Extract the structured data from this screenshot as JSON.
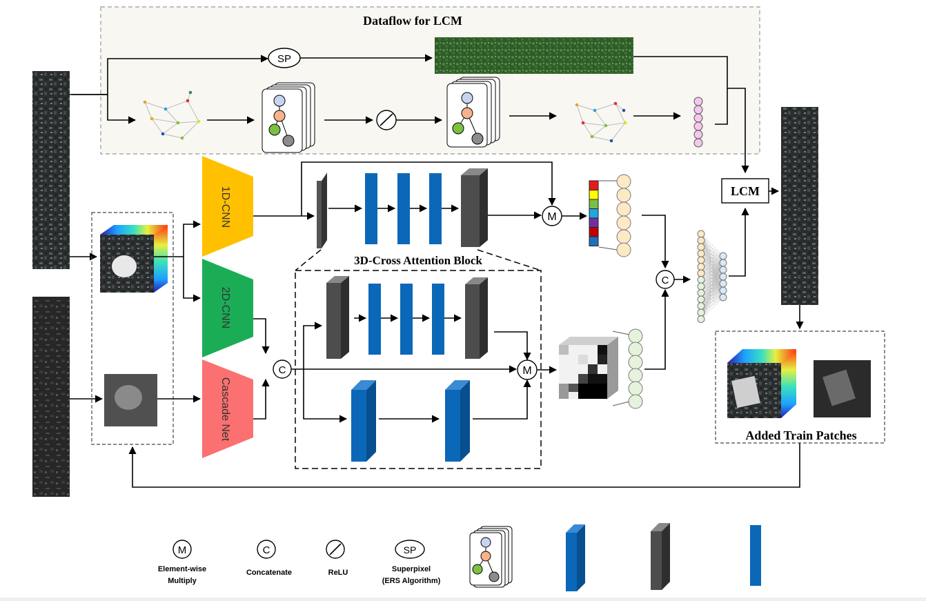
{
  "labels": {
    "dataflow_title": "Dataflow for LCM",
    "lcm": "LCM",
    "cross_attention": "3D-Cross Attention Block",
    "added_patches": "Added Train Patches"
  },
  "modules": {
    "cnn1d": "1D-CNN",
    "cnn2d": "2D-CNN",
    "cascade": "Cascade Net"
  },
  "symbols": {
    "multiply": "M",
    "concat": "C",
    "superpixel": "SP"
  },
  "legend": {
    "multiply_line1": "Element-wise",
    "multiply_line2": "Multiply",
    "concat": "Concatenate",
    "relu": "ReLU",
    "superpixel_line1": "Superpixel",
    "superpixel_line2": "(ERS Algorithm)"
  },
  "colors": {
    "cnn1d": "#ffc000",
    "cnn2d": "#1aad55",
    "cascade": "#fb7070",
    "blue_block": "#0b68b8",
    "gray_block": "#4d4d4d",
    "neuron_peach": "#fde9c4",
    "neuron_green": "#e5f2dc",
    "neuron_blue": "#d9e7f6",
    "neuron_pink": "#f5c6ee",
    "dashed_panel": "#f8f7f2"
  },
  "spectral_vector": [
    "#e41a1c",
    "#ffff00",
    "#7bc043",
    "#1fa7e1",
    "#7030a0",
    "#c00000",
    "#1f6fbf"
  ]
}
